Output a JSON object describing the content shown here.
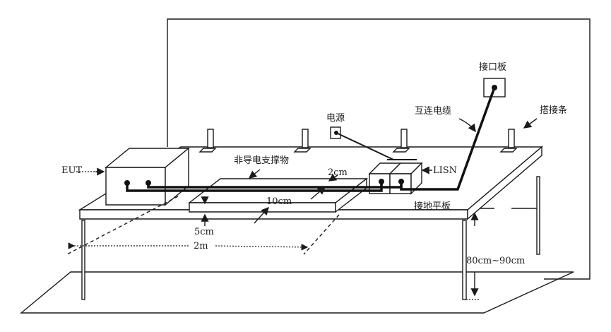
{
  "diagram": {
    "labels": {
      "eut": "EUT",
      "support": "非导电支撑物",
      "gap_2cm": "2cm",
      "width_10cm": "10cm",
      "height_5cm": "5cm",
      "distance_2m": "2m",
      "lisn": "LISN",
      "power": "电源",
      "interconnect_cable": "互连电缆",
      "interface_board": "接口板",
      "bonding_strap": "搭接条",
      "ground_plane": "接地平板",
      "table_height": "80cm~90cm"
    },
    "colors": {
      "line": "#1a1a1a",
      "background": "#ffffff"
    }
  }
}
